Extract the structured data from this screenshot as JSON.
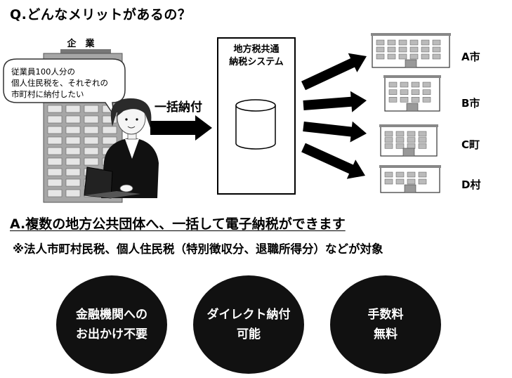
{
  "question": "Q.どんなメリットがあるの？",
  "company": {
    "label": "企　業",
    "bubble_lines": [
      "従業員100人分の",
      "個人住民税を、それぞれの",
      "市町村に納付したい"
    ]
  },
  "arrow_label": "一括納付",
  "system": {
    "lines": [
      "地方税共通",
      "納税システム"
    ]
  },
  "cities": [
    "A市",
    "B市",
    "C町",
    "D村"
  ],
  "answer": "A.複数の地方公共団体へ、一括して電子納税ができます",
  "note": "※法人市町村民税、個人住民税（特別徴収分、退職所得分）などが対象",
  "benefits": [
    {
      "line1": "金融機関への",
      "line2": "お出かけ不要"
    },
    {
      "line1": "ダイレクト納付",
      "line2": "可能"
    },
    {
      "line1": "手数料",
      "line2": "無料"
    }
  ],
  "icons": [
    "company-building-icon",
    "office-worker-icon",
    "laptop-icon",
    "database-icon",
    "city-building-icon",
    "arrow-icon"
  ]
}
